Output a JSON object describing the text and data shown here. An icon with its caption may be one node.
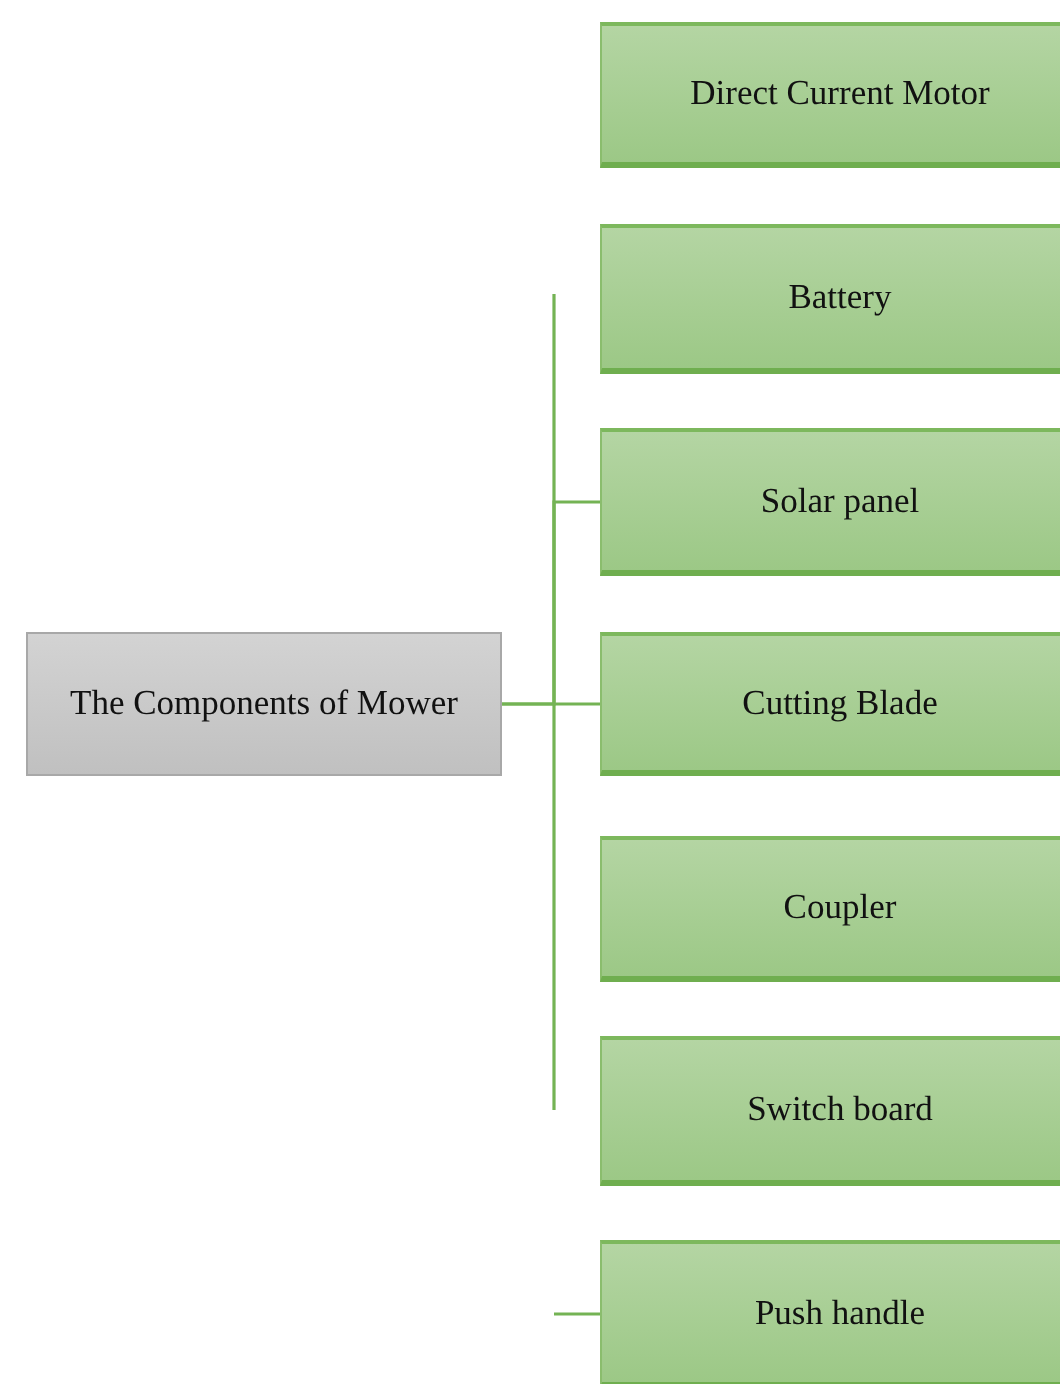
{
  "diagram": {
    "nodes": [
      {
        "text": [
          "The Components of Mower"
        ]
      },
      {
        "text": [
          "Direct Current Motor"
        ]
      },
      {
        "text": [
          "Battery"
        ]
      },
      {
        "text": [
          "Solar panel"
        ]
      },
      {
        "text": [
          "Cutting Blade"
        ]
      },
      {
        "text": [
          "Coupler"
        ]
      },
      {
        "text": [
          "Switch board"
        ]
      },
      {
        "text": [
          "Push handle"
        ]
      }
    ],
    "edges": [
      {
        "from": 0,
        "to": 3,
        "arrow": "none"
      },
      {
        "from": 0,
        "to": 4,
        "arrow": "none"
      },
      {
        "from": null,
        "to": 7,
        "arrow": "none"
      }
    ]
  }
}
